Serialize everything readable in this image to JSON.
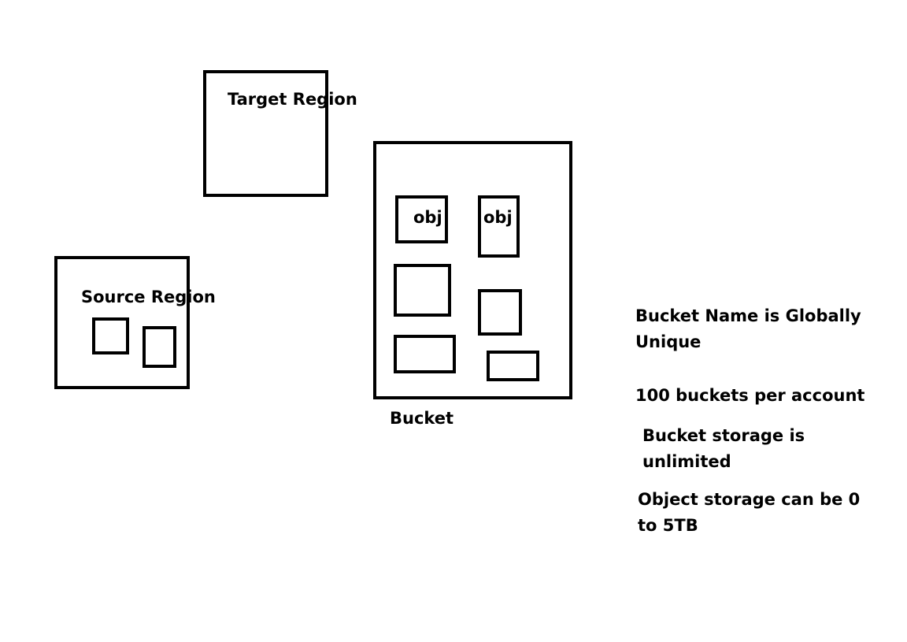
{
  "diagram": {
    "target_region": {
      "label": "Target Region"
    },
    "source_region": {
      "label": "Source Region"
    },
    "bucket": {
      "label": "Bucket",
      "objects": [
        {
          "label": "obj"
        },
        {
          "label": "obj"
        }
      ]
    },
    "notes": [
      {
        "lines": [
          "Bucket Name is Globally",
          "Unique"
        ]
      },
      {
        "lines": [
          "100 buckets per account"
        ]
      },
      {
        "lines": [
          "Bucket storage is",
          "unlimited"
        ]
      },
      {
        "lines": [
          "Object storage can be 0",
          "to 5TB"
        ]
      }
    ]
  }
}
